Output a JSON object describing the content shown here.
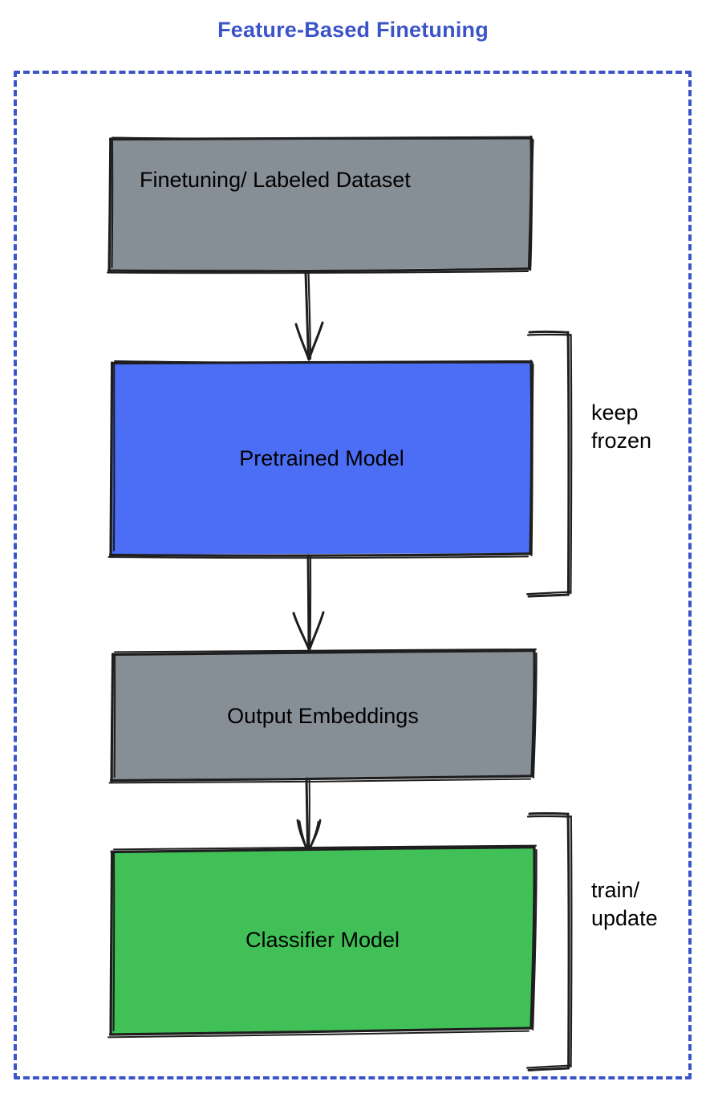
{
  "diagram": {
    "title": "Feature-Based Finetuning",
    "title_color": "#3b55c8",
    "frame_border_color": "#3b55c8",
    "background": "#ffffff",
    "nodes": [
      {
        "id": "dataset",
        "label": "Finetuning/ Labeled Dataset",
        "fill": "#868e96",
        "stroke": "#1e1e1e"
      },
      {
        "id": "pretrained",
        "label": "Pretrained Model",
        "fill": "#4c6ef5",
        "stroke": "#1e1e1e"
      },
      {
        "id": "embeddings",
        "label": "Output Embeddings",
        "fill": "#868e96",
        "stroke": "#1e1e1e"
      },
      {
        "id": "classifier",
        "label": "Classifier Model",
        "fill": "#40c057",
        "stroke": "#1e1e1e"
      }
    ],
    "annotations": [
      {
        "id": "keep-frozen",
        "label": "keep\nfrozen",
        "target": "pretrained"
      },
      {
        "id": "train-update",
        "label": "train/\nupdate",
        "target": "classifier"
      }
    ],
    "edges": [
      {
        "from": "dataset",
        "to": "pretrained",
        "icon": "down-arrow-icon"
      },
      {
        "from": "pretrained",
        "to": "embeddings",
        "icon": "down-arrow-icon"
      },
      {
        "from": "embeddings",
        "to": "classifier",
        "icon": "down-arrow-icon"
      }
    ]
  }
}
